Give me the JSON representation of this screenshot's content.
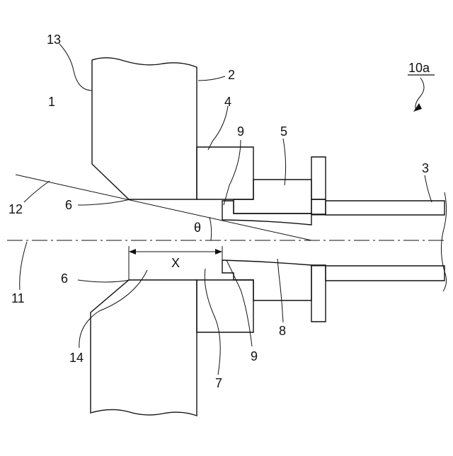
{
  "figure": {
    "ref_label": "10a",
    "labels": {
      "l1": "1",
      "l2": "2",
      "l3": "3",
      "l4": "4",
      "l5": "5",
      "l6_top": "6",
      "l6_bottom": "6",
      "l7": "7",
      "l8": "8",
      "l9_top": "9",
      "l9_bottom": "9",
      "l11": "11",
      "l12": "12",
      "l13": "13",
      "l14": "14",
      "theta": "θ",
      "x": "X"
    }
  }
}
